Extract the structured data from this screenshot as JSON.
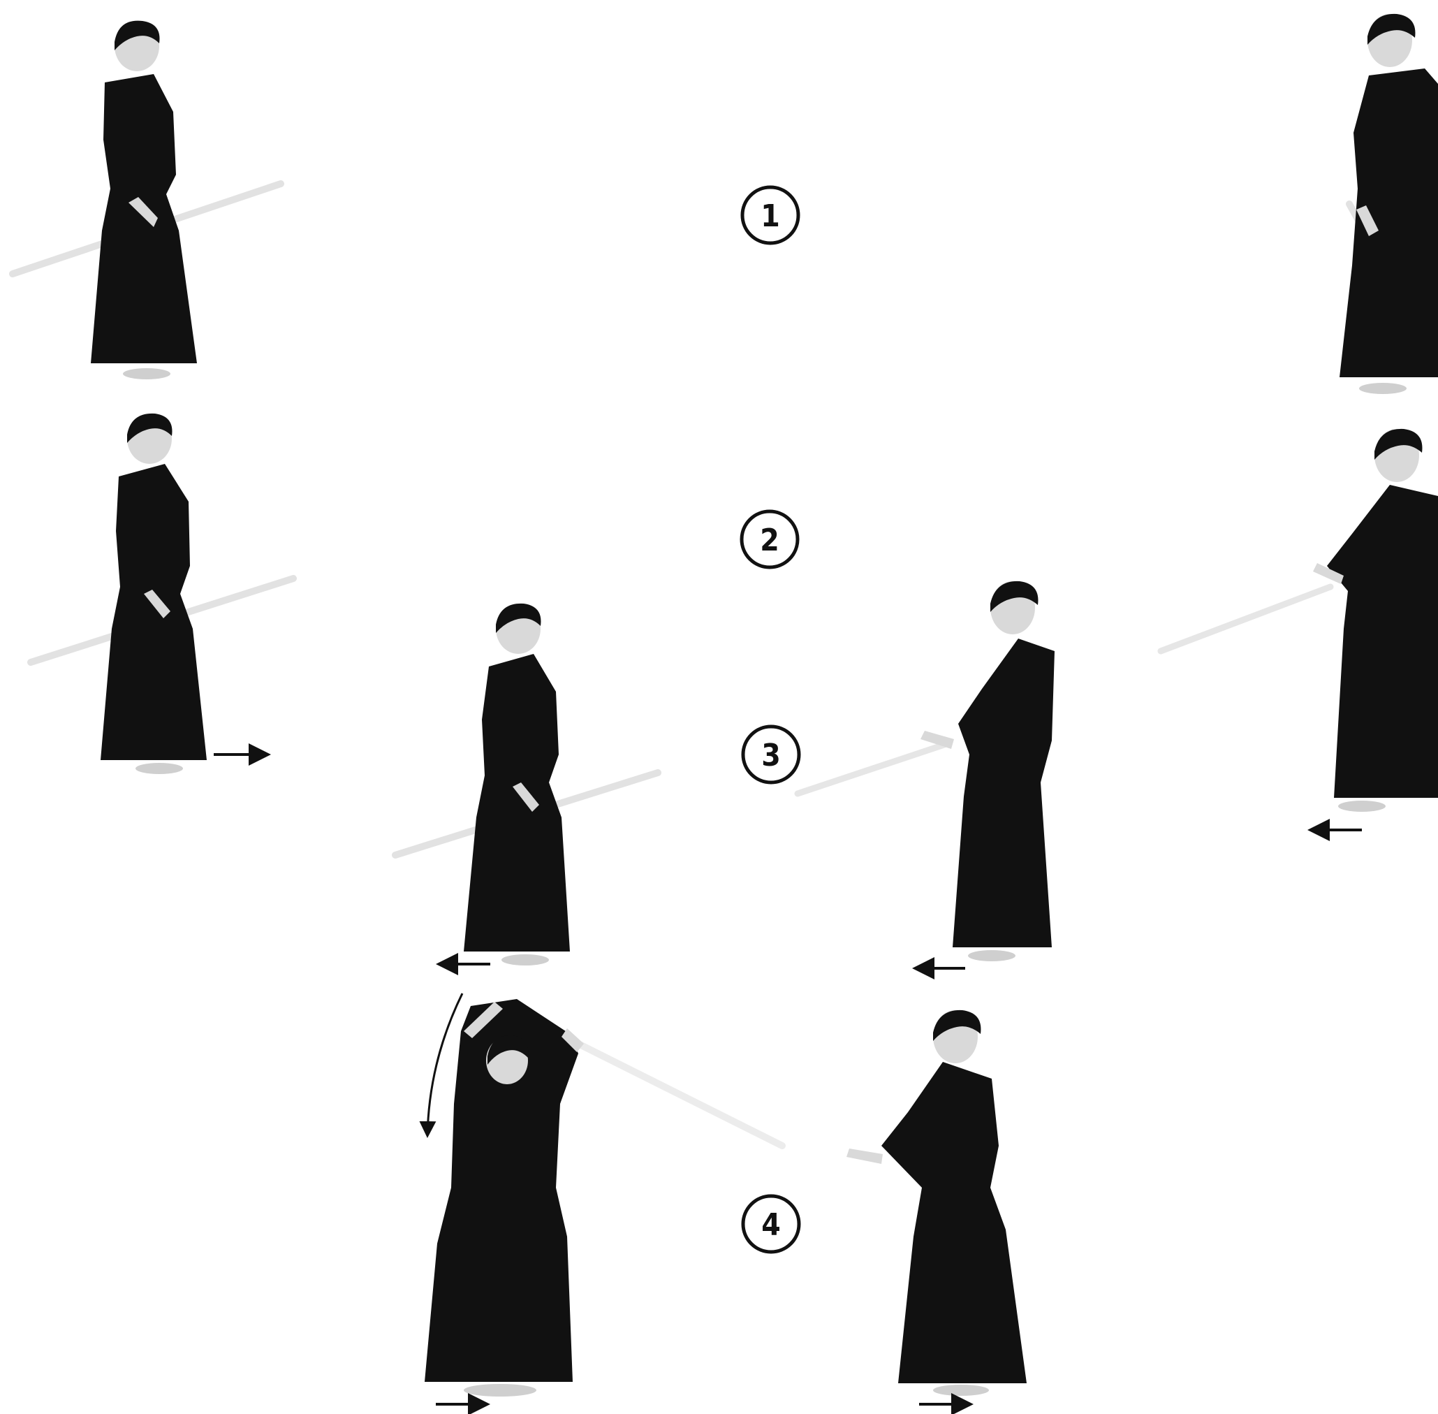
{
  "figure": {
    "colors": {
      "background": "#ffffff",
      "garment": "#111111",
      "skin": "#d9d9d9",
      "weapon": "#eeeeee",
      "weapon_edge": "#bdbdbd",
      "ink": "#111111"
    },
    "steps": [
      {
        "id": "step-1",
        "number": "1",
        "arrows": []
      },
      {
        "id": "step-2",
        "number": "2",
        "arrows": [
          "right-arrow"
        ]
      },
      {
        "id": "step-3",
        "number": "3",
        "arrows": [
          "left-arrow",
          "left-arrow"
        ]
      },
      {
        "id": "step-4",
        "number": "4",
        "arrows": [
          "right-arrow",
          "right-arrow",
          "downward-curved-arrow"
        ]
      }
    ],
    "right_column_arrows": [
      "left-arrow"
    ]
  }
}
